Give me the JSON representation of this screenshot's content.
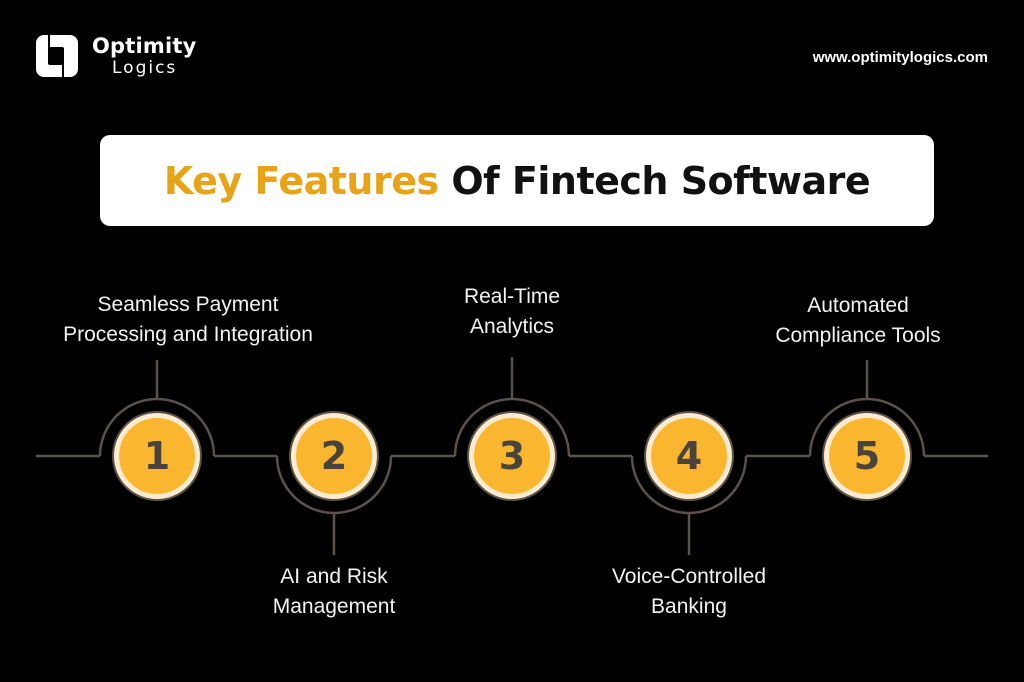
{
  "brand": {
    "name": "Optimity",
    "sub": "Logics",
    "icon": "optimity-logo-icon"
  },
  "website": "www.optimitylogics.com",
  "title": {
    "accent": "Key Features",
    "rest": "Of Fintech Software"
  },
  "colors": {
    "background": "#000000",
    "accent": "#E8A317",
    "circle_fill": "#FBB62F",
    "circle_ring": "#FDEBD0",
    "line": "#5a524a",
    "number": "#4a433b"
  },
  "features": [
    {
      "number": "1",
      "label_line1": "Seamless Payment",
      "label_line2": "Processing and Integration",
      "position": "top"
    },
    {
      "number": "2",
      "label_line1": "AI and Risk",
      "label_line2": "Management",
      "position": "bottom"
    },
    {
      "number": "3",
      "label_line1": "Real-Time",
      "label_line2": "Analytics",
      "position": "top"
    },
    {
      "number": "4",
      "label_line1": "Voice-Controlled",
      "label_line2": "Banking",
      "position": "bottom"
    },
    {
      "number": "5",
      "label_line1": "Automated",
      "label_line2": "Compliance Tools",
      "position": "top"
    }
  ]
}
